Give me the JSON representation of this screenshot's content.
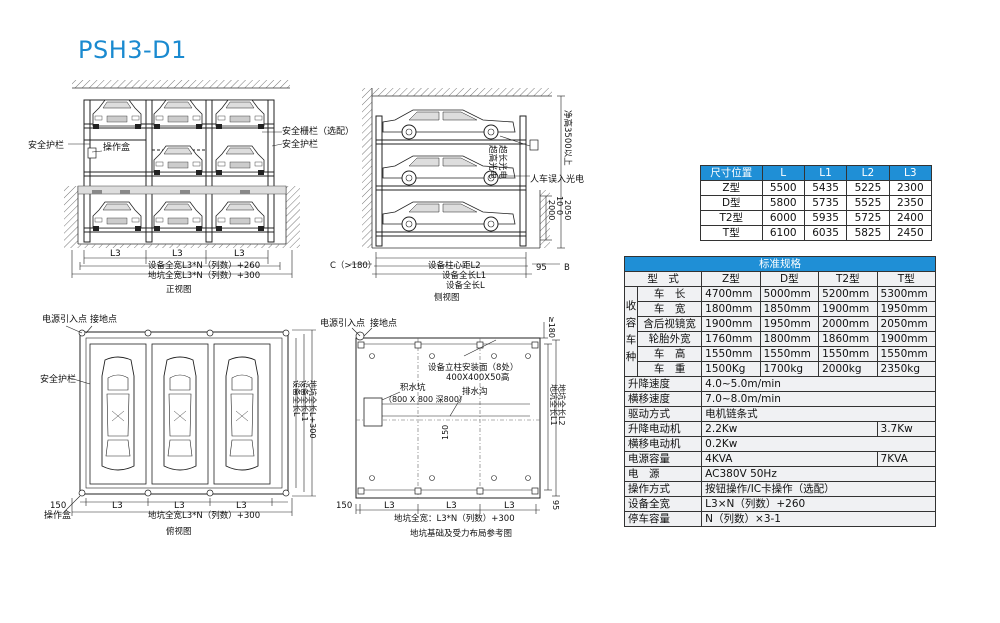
{
  "title": "PSH3-D1",
  "front_view": {
    "labels": {
      "guardrail_left": "安全护栏",
      "control_box": "操作盒",
      "safety_fence": "安全栅栏（选配）",
      "guardrail_right": "安全护栏"
    },
    "dims": {
      "l3_a": "L3",
      "l3_b": "L3",
      "l3_c": "L3",
      "equip_width": "设备全宽L3*N（列数）+260",
      "pit_width": "地坑全宽L3*N（列数）+300"
    },
    "caption": "正视图"
  },
  "side_view": {
    "labels": {
      "clearance": "净高3500以上",
      "over_height": "超高光电",
      "over_length": "超长光电",
      "entry": "人车误入光电",
      "c_label": "C（>180）",
      "b_label": "B"
    },
    "dims": {
      "d2000": "2000",
      "d10": "10",
      "d0": "0",
      "d2050": "2050",
      "d95": "95",
      "l2": "设备柱心距L2",
      "l1": "设备全长L1",
      "l": "设备全长L"
    },
    "caption": "侧视图"
  },
  "top_view": {
    "labels": {
      "power": "电源引入点",
      "ground": "接地点",
      "guardrail": "安全护栏",
      "control_box": "操作盒"
    },
    "dims": {
      "d150": "150",
      "l3_a": "L3",
      "l3_b": "L3",
      "l3_c": "L3",
      "pit_width": "地坑全宽L3*N（列数）+300",
      "equip_len": "设备全长L",
      "equip_len1": "设备全长L1",
      "pit_len": "地坑全长L+300"
    },
    "caption": "俯视图"
  },
  "pit_view": {
    "labels": {
      "power": "电源引入点",
      "ground": "接地点",
      "column_plate": "设备立柱安装面（8处）",
      "plate_size": "400X400X50高",
      "sump": "积水坑",
      "sump_size": "（800 X 800 深800）",
      "drain": "排水沟",
      "d150v": "150"
    },
    "dims": {
      "d180": "≥180",
      "d150": "150",
      "l3_a": "L3",
      "l3_b": "L3",
      "l3_c": "L3",
      "d95": "95",
      "pit_width": "地坑全宽：L3*N（列数）+300",
      "pit_len1": "地坑全长L1",
      "pit_len2": "地坑全长L2"
    },
    "caption": "地坑基础及受力布局参考图"
  },
  "dims_table": {
    "header": [
      "尺寸位置",
      "L",
      "L1",
      "L2",
      "L3"
    ],
    "rows": [
      [
        "Z型",
        "5500",
        "5435",
        "5225",
        "2300"
      ],
      [
        "D型",
        "5800",
        "5735",
        "5525",
        "2350"
      ],
      [
        "T2型",
        "6000",
        "5935",
        "5725",
        "2400"
      ],
      [
        "T型",
        "6100",
        "6035",
        "5825",
        "2450"
      ]
    ]
  },
  "spec_table": {
    "title": "标准规格",
    "header": [
      "型　式",
      "Z型",
      "D型",
      "T2型",
      "T型"
    ],
    "group_label": "收容车种",
    "group_rows": [
      [
        "车　长",
        "4700mm",
        "5000mm",
        "5200mm",
        "5300mm"
      ],
      [
        "车　宽",
        "1800mm",
        "1850mm",
        "1900mm",
        "1950mm"
      ],
      [
        "含后视镜宽",
        "1900mm",
        "1950mm",
        "2000mm",
        "2050mm"
      ],
      [
        "轮胎外宽",
        "1760mm",
        "1800mm",
        "1860mm",
        "1900mm"
      ],
      [
        "车　高",
        "1550mm",
        "1550mm",
        "1550mm",
        "1550mm"
      ],
      [
        "车　重",
        "1500Kg",
        "1700kg",
        "2000kg",
        "2350kg"
      ]
    ],
    "rows": [
      {
        "label": "升降速度",
        "value": "4.0~5.0m/min",
        "extra": ""
      },
      {
        "label": "横移速度",
        "value": "7.0~8.0m/min",
        "extra": ""
      },
      {
        "label": "驱动方式",
        "value": "电机链条式",
        "extra": ""
      },
      {
        "label": "升降电动机",
        "value": "2.2Kw",
        "extra": "3.7Kw"
      },
      {
        "label": "横移电动机",
        "value": "0.2Kw",
        "extra": ""
      },
      {
        "label": "电源容量",
        "value": "4KVA",
        "extra": "7KVA"
      },
      {
        "label": "电　源",
        "value": "AC380V  50Hz",
        "extra": ""
      },
      {
        "label": "操作方式",
        "value": "按钮操作/IC卡操作（选配）",
        "extra": ""
      },
      {
        "label": "设备全宽",
        "value": "L3×N（列数）+260",
        "extra": ""
      },
      {
        "label": "停车容量",
        "value": "N（列数）×3-1",
        "extra": ""
      }
    ]
  }
}
